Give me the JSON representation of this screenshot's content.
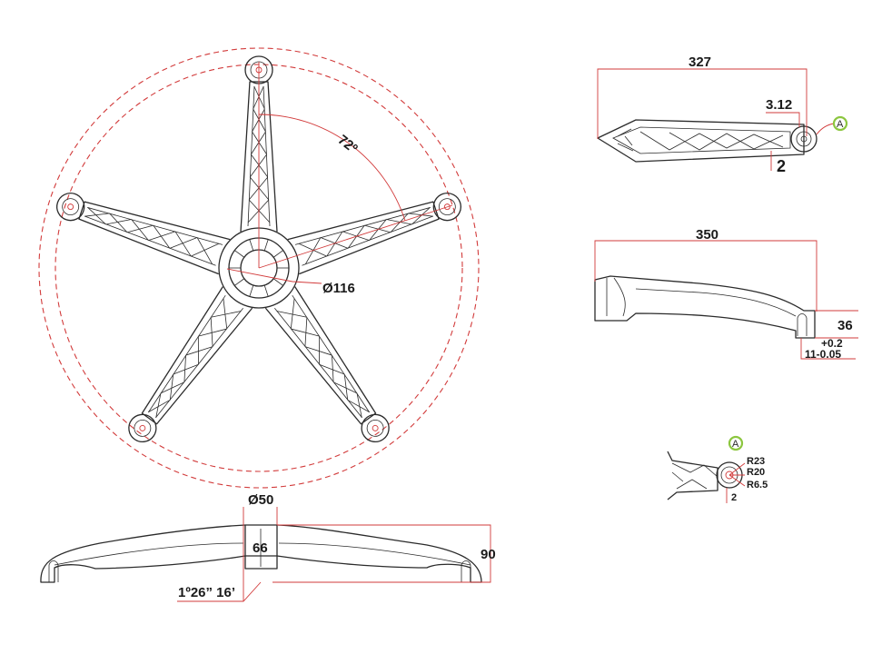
{
  "top_view": {
    "angle_label": "72º",
    "diameter_label": "Ø116"
  },
  "side_view": {
    "bore_label": "Ø50",
    "hub_height_label": "66",
    "overall_height_label": "90",
    "taper_label": "1º26” 16’"
  },
  "arm_top_view": {
    "length_label": "327",
    "tip_offset_label": "3.12",
    "tip_drop_label": "2",
    "callout": "A"
  },
  "arm_side_view": {
    "length_label": "350",
    "height_label": "36",
    "tolerance_upper": "+0.2",
    "tolerance_main": "11-0.05"
  },
  "detail_a": {
    "callout": "A",
    "radius_outer": "R23",
    "radius_mid": "R20",
    "radius_inner": "R6.5",
    "drop_label": "2"
  },
  "colors": {
    "line": "#2b2b2b",
    "dimension": "#d23b3b",
    "callout_ring": "#8cc63f"
  }
}
